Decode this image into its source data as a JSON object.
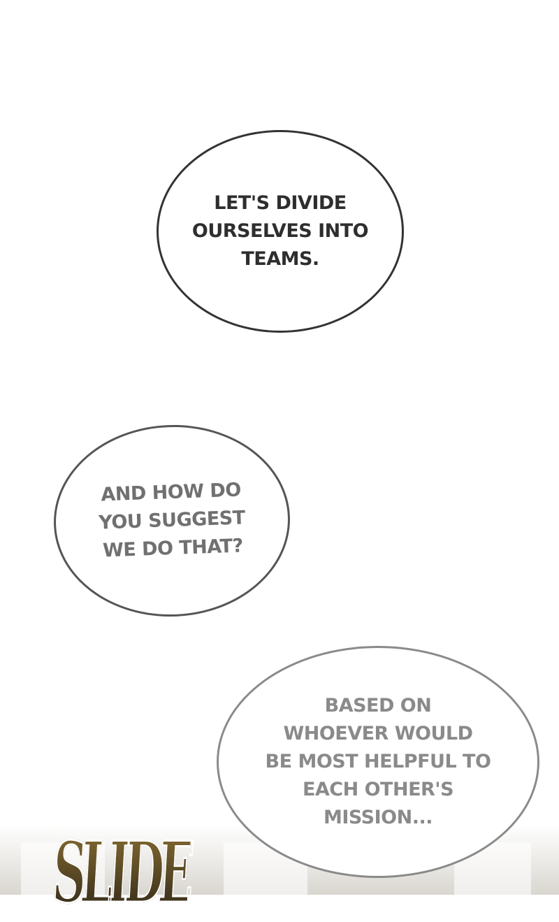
{
  "bubbles": [
    {
      "text": "LET'S DIVIDE\nOURSELVES INTO\nTEAMS."
    },
    {
      "text": "AND HOW DO\nYOU SUGGEST\nWE DO THAT?"
    },
    {
      "text": "BASED ON\nWHOEVER WOULD\nBE MOST HELPFUL TO\nEACH OTHER'S\nMISSION..."
    }
  ],
  "sound_effect": "SLIDE",
  "colors": {
    "sfx_top": "#8a6f33",
    "sfx_bottom": "#2b2416"
  }
}
